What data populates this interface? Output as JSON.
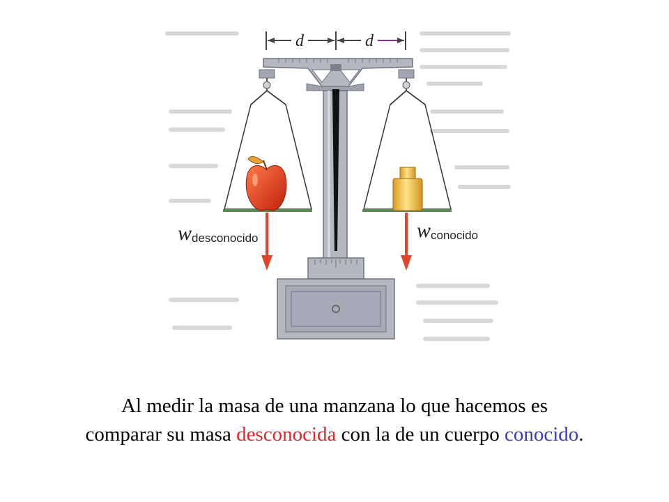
{
  "diagram": {
    "arm_label_left": "d",
    "arm_label_right": "d",
    "weight_symbol_left": "w",
    "weight_subscript_left": "desconocido",
    "weight_symbol_right": "w",
    "weight_subscript_right": "conocido",
    "colors": {
      "metal": "#b5b8c3",
      "metal_dark": "#8c8f9c",
      "needle": "#111111",
      "apple": "#e43a1c",
      "brass": "#f0c24a",
      "arrow": "#e2452c",
      "pan": "#5b8a55"
    }
  },
  "caption": {
    "line1": "Al medir la masa de una manzana lo que hacemos es",
    "line2_start": "comparar su masa ",
    "line2_unknown": "desconocida",
    "line2_middle": " con la de un cuerpo ",
    "line2_known": "conocido",
    "line2_end": "."
  }
}
